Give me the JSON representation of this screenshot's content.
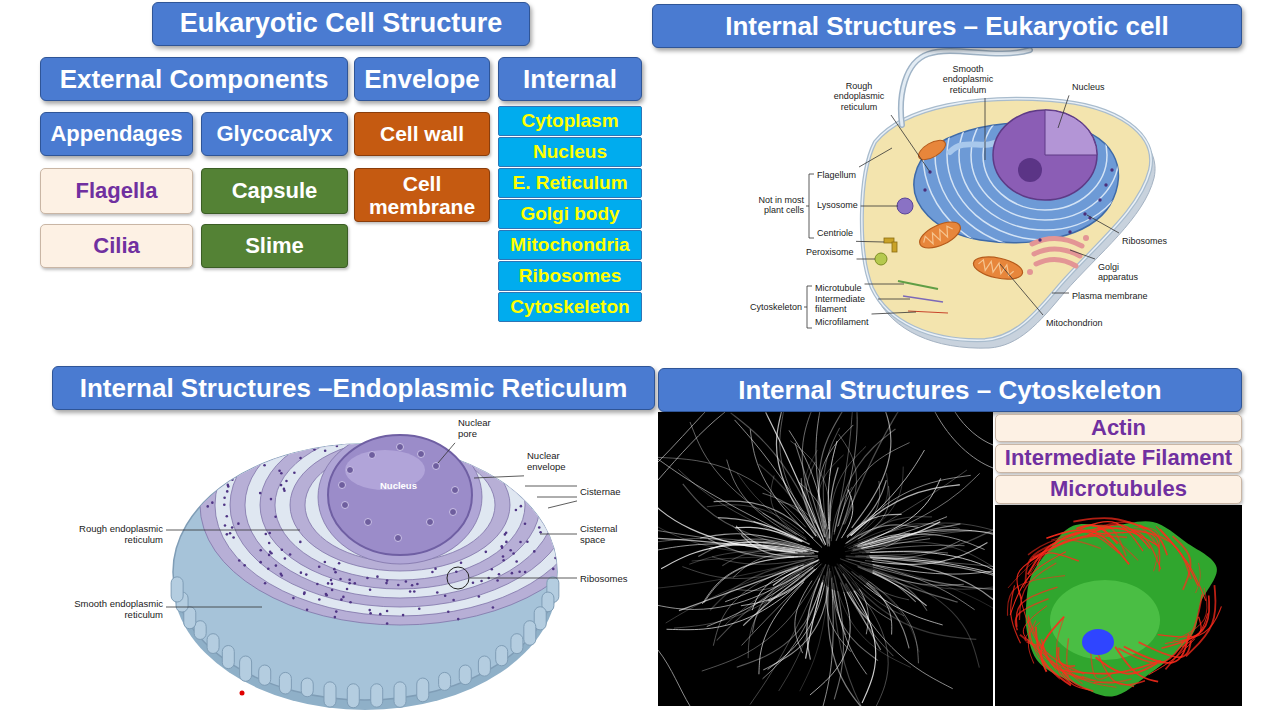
{
  "diagram": {
    "nodes": [
      {
        "text": [
          "Eukaryotic Cell Structure"
        ]
      },
      {
        "text": [
          "External Components"
        ]
      },
      {
        "text": [
          "Envelope"
        ]
      },
      {
        "text": [
          "Internal"
        ]
      },
      {
        "text": [
          "Appendages"
        ]
      },
      {
        "text": [
          "Glycocalyx"
        ]
      },
      {
        "text": [
          "Flagella"
        ]
      },
      {
        "text": [
          "Capsule"
        ]
      },
      {
        "text": [
          "Cilia"
        ]
      },
      {
        "text": [
          "Slime"
        ]
      },
      {
        "text": [
          "Cell wall"
        ]
      },
      {
        "text": [
          "Cell membrane"
        ]
      },
      {
        "text": [
          "Cytoplasm"
        ]
      },
      {
        "text": [
          "Nucleus"
        ]
      },
      {
        "text": [
          "E. Reticulum"
        ]
      },
      {
        "text": [
          "Golgi body"
        ]
      },
      {
        "text": [
          "Mitochondria"
        ]
      },
      {
        "text": [
          "Ribosomes"
        ]
      },
      {
        "text": [
          "Cytoskeleton"
        ]
      },
      {
        "text": [
          "Internal Structures – Eukaryotic cell"
        ]
      },
      {
        "text": [
          "Internal Structures –Endoplasmic Reticulum"
        ]
      },
      {
        "text": [
          "Internal Structures – Cytoskeleton"
        ]
      },
      {
        "text": [
          "Actin"
        ]
      },
      {
        "text": [
          "Intermediate Filament"
        ]
      },
      {
        "text": [
          "Microtubules"
        ]
      }
    ],
    "labels": [
      "Rough endoplasmic reticulum",
      "Smooth endoplasmic reticulum",
      "Nucleus",
      "Flagellum",
      "Not in most plant cells",
      "Lysosome",
      "Centriole",
      "Peroxisome",
      "Microtubule",
      "Intermediate filament",
      "Microfilament",
      "Cytoskeleton",
      "Ribosomes",
      "Golgi apparatus",
      "Plasma membrane",
      "Mitochondrion",
      "Nuclear pore",
      "Nuclear envelope",
      "Nucleus",
      "Cisternae",
      "Cisternal space",
      "Rough endoplasmic reticulum",
      "Ribosomes",
      "Smooth endoplasmic reticulum"
    ]
  }
}
